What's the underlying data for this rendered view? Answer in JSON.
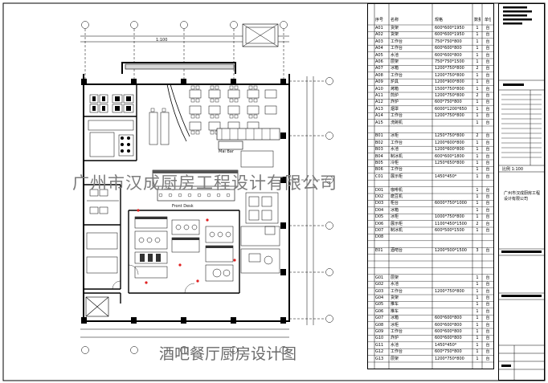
{
  "drawing_title": "酒吧餐厅厨房设计图",
  "watermark": "广州市汉成厨房工程设计有限公司",
  "plan_labels": {
    "plan_scale": "1:100",
    "booth_label": "Mai Bar",
    "counter_label": "Front Desk"
  },
  "equipment_table": {
    "headers": [
      "序号",
      "名称",
      "规格",
      "数量",
      "单位"
    ],
    "rows": [
      {
        "code": "A01",
        "name": "货架",
        "spec": "600*600*1950",
        "qty": "1",
        "unit": "台"
      },
      {
        "code": "A02",
        "name": "货架",
        "spec": "600*600*1950",
        "qty": "1",
        "unit": "台"
      },
      {
        "code": "A03",
        "name": "工作台",
        "spec": "750*750*800",
        "qty": "1",
        "unit": "台"
      },
      {
        "code": "A04",
        "name": "工作台",
        "spec": "600*600*800",
        "qty": "1",
        "unit": "台"
      },
      {
        "code": "A05",
        "name": "水池",
        "spec": "600*600*800",
        "qty": "1",
        "unit": "台"
      },
      {
        "code": "A06",
        "name": "层架",
        "spec": "750*750*1500",
        "qty": "1",
        "unit": "台"
      },
      {
        "code": "A07",
        "name": "冰箱",
        "spec": "1200*750*800",
        "qty": "2",
        "unit": "台"
      },
      {
        "code": "A08",
        "name": "工作台",
        "spec": "1200*750*800",
        "qty": "1",
        "unit": "台"
      },
      {
        "code": "A09",
        "name": "炉具",
        "spec": "1200*900*800",
        "qty": "1",
        "unit": "台"
      },
      {
        "code": "A10",
        "name": "烤箱",
        "spec": "1500*750*800",
        "qty": "1",
        "unit": "台"
      },
      {
        "code": "A11",
        "name": "煎炉",
        "spec": "1200*750*800",
        "qty": "2",
        "unit": "台"
      },
      {
        "code": "A12",
        "name": "炸炉",
        "spec": "600*750*800",
        "qty": "1",
        "unit": "台"
      },
      {
        "code": "A13",
        "name": "烟罩",
        "spec": "6000*1200*650",
        "qty": "1",
        "unit": "台"
      },
      {
        "code": "A14",
        "name": "工作台",
        "spec": "1200*750*800",
        "qty": "1",
        "unit": "台"
      },
      {
        "code": "A15",
        "name": "洗碗机",
        "spec": "",
        "qty": "1",
        "unit": "台"
      },
      {
        "code": "",
        "name": "",
        "spec": "",
        "qty": "",
        "unit": ""
      },
      {
        "code": "B01",
        "name": "冰柜",
        "spec": "1250*750*800",
        "qty": "2",
        "unit": "台"
      },
      {
        "code": "B02",
        "name": "工作台",
        "spec": "1200*600*800",
        "qty": "1",
        "unit": "台"
      },
      {
        "code": "B03",
        "name": "水池",
        "spec": "1200*600*800",
        "qty": "1",
        "unit": "台"
      },
      {
        "code": "B04",
        "name": "制冰机",
        "spec": "600*600*1800",
        "qty": "1",
        "unit": "台"
      },
      {
        "code": "B05",
        "name": "冷柜",
        "spec": "1250*650*800",
        "qty": "1",
        "unit": "台"
      },
      {
        "code": "B06",
        "name": "工作台",
        "spec": "",
        "qty": "1",
        "unit": "台"
      },
      {
        "code": "C01",
        "name": "展示柜",
        "spec": "1450*450*",
        "qty": "1",
        "unit": "台"
      },
      {
        "code": "",
        "name": "",
        "spec": "",
        "qty": "",
        "unit": ""
      },
      {
        "code": "D01",
        "name": "咖啡机",
        "spec": "",
        "qty": "1",
        "unit": "台"
      },
      {
        "code": "D02",
        "name": "磨豆机",
        "spec": "",
        "qty": "1",
        "unit": "台"
      },
      {
        "code": "D03",
        "name": "柜台",
        "spec": "6000*750*1000",
        "qty": "1",
        "unit": "台"
      },
      {
        "code": "D04",
        "name": "冰箱",
        "spec": "",
        "qty": "1",
        "unit": "台"
      },
      {
        "code": "D05",
        "name": "冰柜",
        "spec": "1000*750*800",
        "qty": "1",
        "unit": "台"
      },
      {
        "code": "D06",
        "name": "展示柜",
        "spec": "1100*450*1500",
        "qty": "2",
        "unit": "台"
      },
      {
        "code": "D07",
        "name": "制冰机",
        "spec": "600*500*1500",
        "qty": "1",
        "unit": "台"
      },
      {
        "code": "D08",
        "name": "",
        "spec": "",
        "qty": "",
        "unit": ""
      },
      {
        "code": "",
        "name": "",
        "spec": "",
        "qty": "",
        "unit": ""
      },
      {
        "code": "E01",
        "name": "酒吧台",
        "spec": "1200*500*1500",
        "qty": "3",
        "unit": "台"
      },
      {
        "code": "",
        "name": "",
        "spec": "",
        "qty": "",
        "unit": ""
      },
      {
        "code": "",
        "name": "",
        "spec": "",
        "qty": "",
        "unit": ""
      },
      {
        "code": "",
        "name": "",
        "spec": "",
        "qty": "",
        "unit": ""
      },
      {
        "code": "G01",
        "name": "层架",
        "spec": "",
        "qty": "1",
        "unit": "台"
      },
      {
        "code": "G02",
        "name": "水池",
        "spec": "",
        "qty": "1",
        "unit": "台"
      },
      {
        "code": "G03",
        "name": "工作台",
        "spec": "1200*750*800",
        "qty": "1",
        "unit": "台"
      },
      {
        "code": "G04",
        "name": "货架",
        "spec": "",
        "qty": "1",
        "unit": "台"
      },
      {
        "code": "G05",
        "name": "推车",
        "spec": "",
        "qty": "1",
        "unit": "台"
      },
      {
        "code": "G06",
        "name": "推车",
        "spec": "",
        "qty": "1",
        "unit": "台"
      },
      {
        "code": "G07",
        "name": "冰箱",
        "spec": "600*600*800",
        "qty": "1",
        "unit": "台"
      },
      {
        "code": "G08",
        "name": "冰柜",
        "spec": "600*600*800",
        "qty": "1",
        "unit": "台"
      },
      {
        "code": "G09",
        "name": "工作台",
        "spec": "600*600*800",
        "qty": "1",
        "unit": "台"
      },
      {
        "code": "G10",
        "name": "炸炉",
        "spec": "600*600*800",
        "qty": "1",
        "unit": "台"
      },
      {
        "code": "G11",
        "name": "水池",
        "spec": "1450*450*",
        "qty": "1",
        "unit": "台"
      },
      {
        "code": "G12",
        "name": "工作台",
        "spec": "600*750*800",
        "qty": "1",
        "unit": "台"
      },
      {
        "code": "G13",
        "name": "层架",
        "spec": "1200*750*800",
        "qty": "1",
        "unit": "台"
      }
    ]
  },
  "title_block": {
    "company": "广州市汉成厨房工程设计有限公司",
    "scale_note": "比例 1:100"
  }
}
